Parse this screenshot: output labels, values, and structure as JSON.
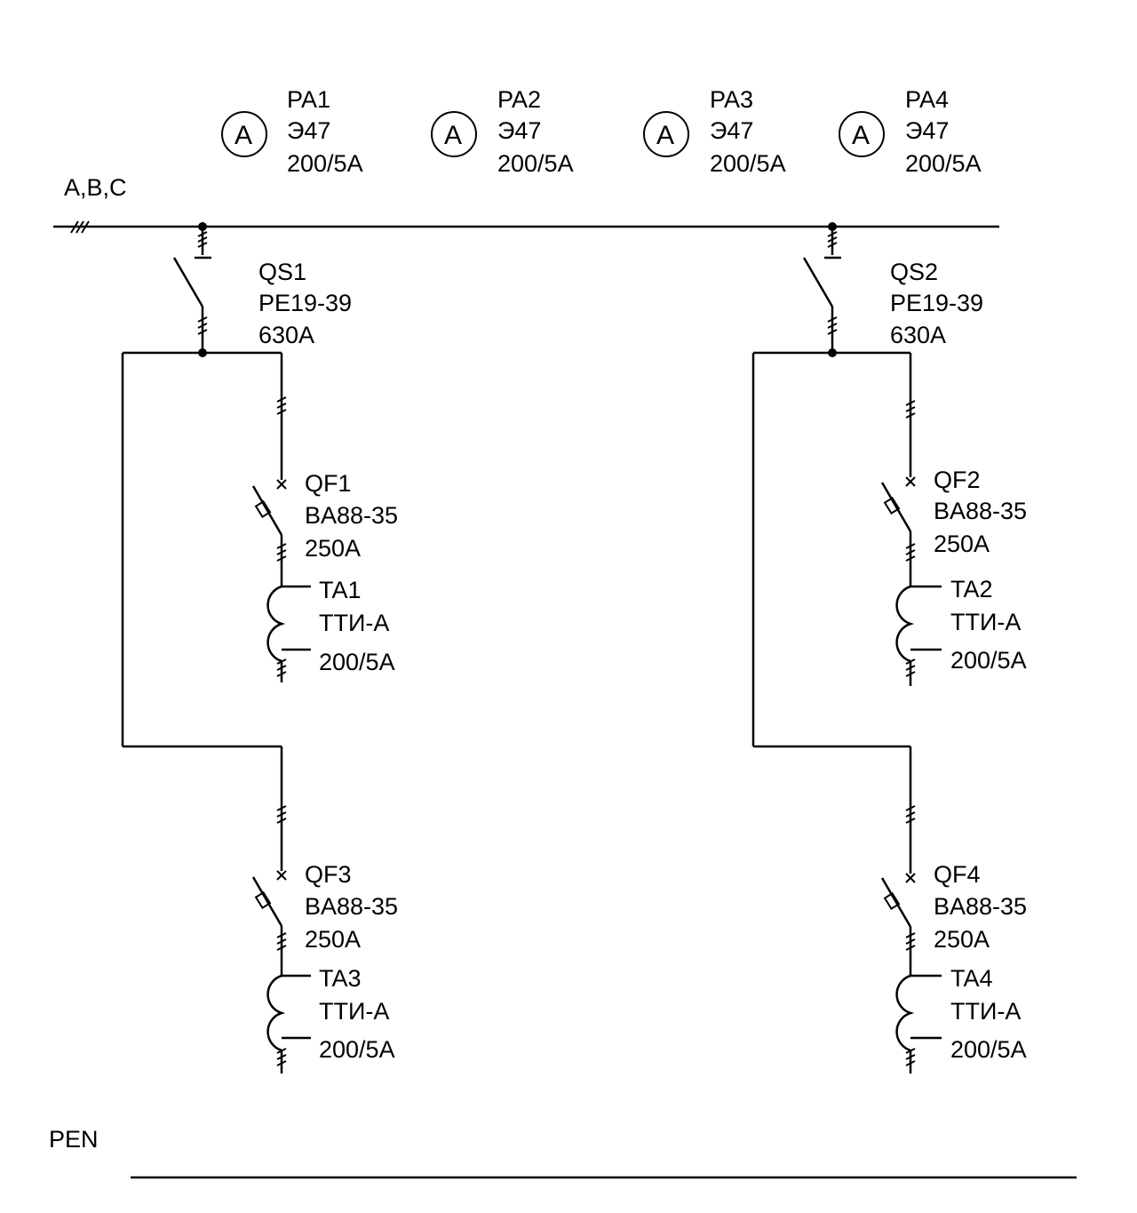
{
  "bus": {
    "phase_label": "A,B,C",
    "pen_label": "PEN"
  },
  "ammeters": [
    {
      "symbol": "A",
      "id": "PA1",
      "type": "Э47",
      "rating": "200/5А"
    },
    {
      "symbol": "A",
      "id": "PA2",
      "type": "Э47",
      "rating": "200/5А"
    },
    {
      "symbol": "A",
      "id": "PA3",
      "type": "Э47",
      "rating": "200/5А"
    },
    {
      "symbol": "A",
      "id": "PA4",
      "type": "Э47",
      "rating": "200/5А"
    }
  ],
  "switches": [
    {
      "id": "QS1",
      "type": "PE19-39",
      "rating": "630A"
    },
    {
      "id": "QS2",
      "type": "PE19-39",
      "rating": "630A"
    }
  ],
  "breakers": [
    {
      "id": "QF1",
      "type": "BA88-35",
      "rating": "250A"
    },
    {
      "id": "QF2",
      "type": "BA88-35",
      "rating": "250A"
    },
    {
      "id": "QF3",
      "type": "BA88-35",
      "rating": "250A"
    },
    {
      "id": "QF4",
      "type": "BA88-35",
      "rating": "250A"
    }
  ],
  "transformers": [
    {
      "id": "TA1",
      "type": "ТТИ-А",
      "rating": "200/5А"
    },
    {
      "id": "TA2",
      "type": "ТТИ-А",
      "rating": "200/5А"
    },
    {
      "id": "TA3",
      "type": "ТТИ-А",
      "rating": "200/5А"
    },
    {
      "id": "TA4",
      "type": "ТТИ-А",
      "rating": "200/5А"
    }
  ]
}
